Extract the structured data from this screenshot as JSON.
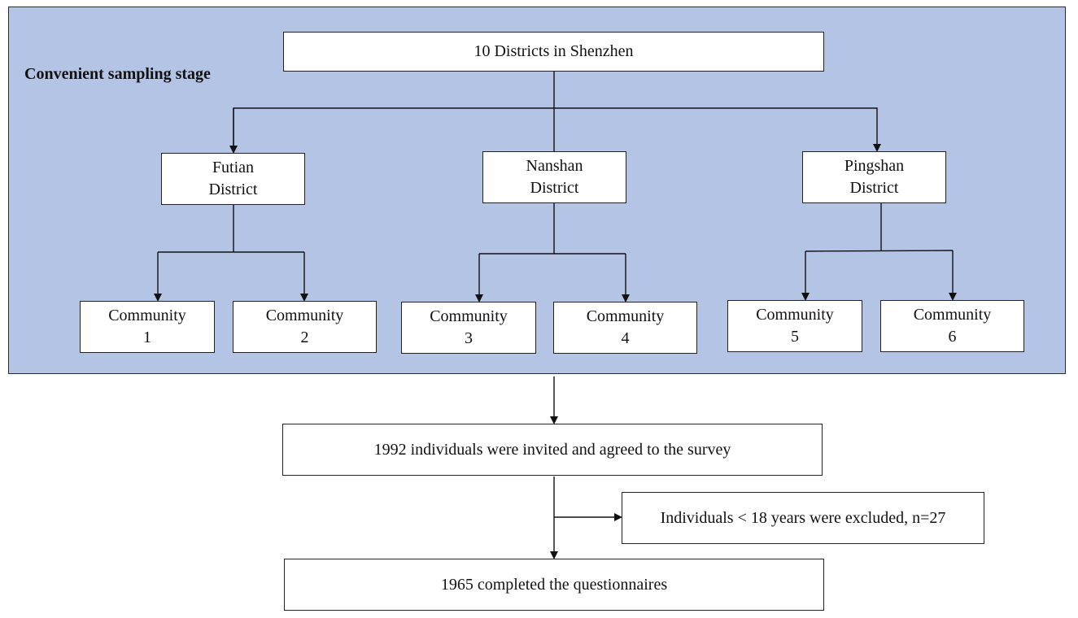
{
  "stage": {
    "label": "Convenient sampling stage"
  },
  "root": {
    "label": "10 Districts in Shenzhen"
  },
  "districts": [
    {
      "line1": "Futian",
      "line2": "District"
    },
    {
      "line1": "Nanshan",
      "line2": "District"
    },
    {
      "line1": "Pingshan",
      "line2": "District"
    }
  ],
  "communities": [
    {
      "line1": "Community",
      "line2": "1"
    },
    {
      "line1": "Community",
      "line2": "2"
    },
    {
      "line1": "Community",
      "line2": "3"
    },
    {
      "line1": "Community",
      "line2": "4"
    },
    {
      "line1": "Community",
      "line2": "5"
    },
    {
      "line1": "Community",
      "line2": "6"
    }
  ],
  "flow": {
    "invited": "1992 individuals were invited and agreed to the survey",
    "excluded": "Individuals < 18 years were excluded, n=27",
    "completed": "1965 completed the questionnaires"
  }
}
